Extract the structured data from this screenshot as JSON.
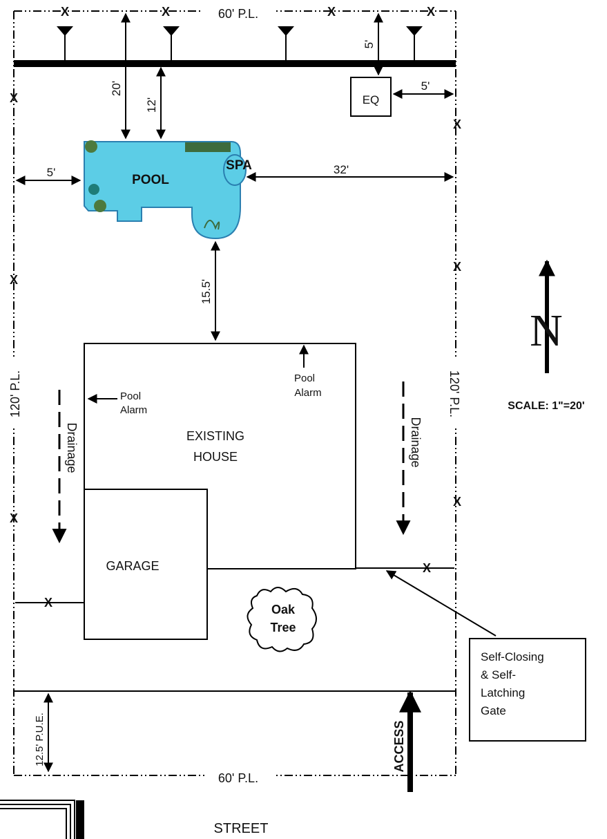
{
  "property_lines": {
    "top": "60' P.L.",
    "bottom": "60' P.L.",
    "left": "120' P.L.",
    "right": "120' P.L."
  },
  "fence_marker": "X",
  "dimensions": {
    "pool_to_line_20": "20'",
    "pool_to_line_12": "12'",
    "eq_top": "5'",
    "eq_right": "5'",
    "pool_left": "5'",
    "spa_right": "32'",
    "pool_to_house": "15.5'",
    "pue": "12.5' P.U.E."
  },
  "labels": {
    "eq": "EQ",
    "spa": "SPA",
    "pool": "POOL",
    "existing_house_1": "EXISTING",
    "existing_house_2": "HOUSE",
    "garage": "GARAGE",
    "oak_1": "Oak",
    "oak_2": "Tree",
    "pool_alarm_left_1": "Pool",
    "pool_alarm_left_2": "Alarm",
    "pool_alarm_top_1": "Pool",
    "pool_alarm_top_2": "Alarm",
    "drainage_left": "Drainage",
    "drainage_right": "Drainage",
    "gate_1": "Self-Closing",
    "gate_2": "& Self-",
    "gate_3": "Latching",
    "gate_4": "Gate",
    "access": "ACCESS",
    "street": "STREET",
    "north": "N",
    "scale": "SCALE: 1\"=20'"
  },
  "colors": {
    "pool_water": "#5ccde6",
    "pool_edge": "#2a7fb0",
    "line": "#000000"
  }
}
